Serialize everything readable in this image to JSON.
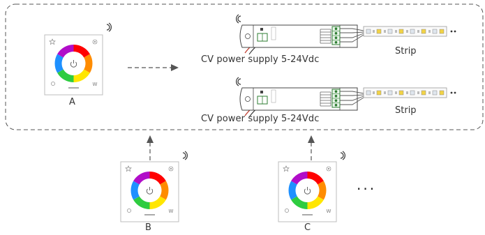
{
  "colors": {
    "frame": "#555555",
    "panel_border": "#bbbbbb",
    "device_stroke": "#444444",
    "wire_red": "#c0392b",
    "strip_led_yellow": "#f2d347",
    "strip_led_white": "#dfe6ee"
  },
  "icons": [
    "wifi-signal-icon",
    "power-icon",
    "star-icon",
    "color-wheel-icon"
  ],
  "panels": {
    "a": {
      "label": "A"
    },
    "b": {
      "label": "B"
    },
    "c": {
      "label": "C"
    },
    "more": "···"
  },
  "receivers": [
    {
      "power_label": "CV power supply  5-24Vdc",
      "strip_label": "Strip"
    },
    {
      "power_label": "CV power supply  5-24Vdc",
      "strip_label": "Strip"
    }
  ]
}
